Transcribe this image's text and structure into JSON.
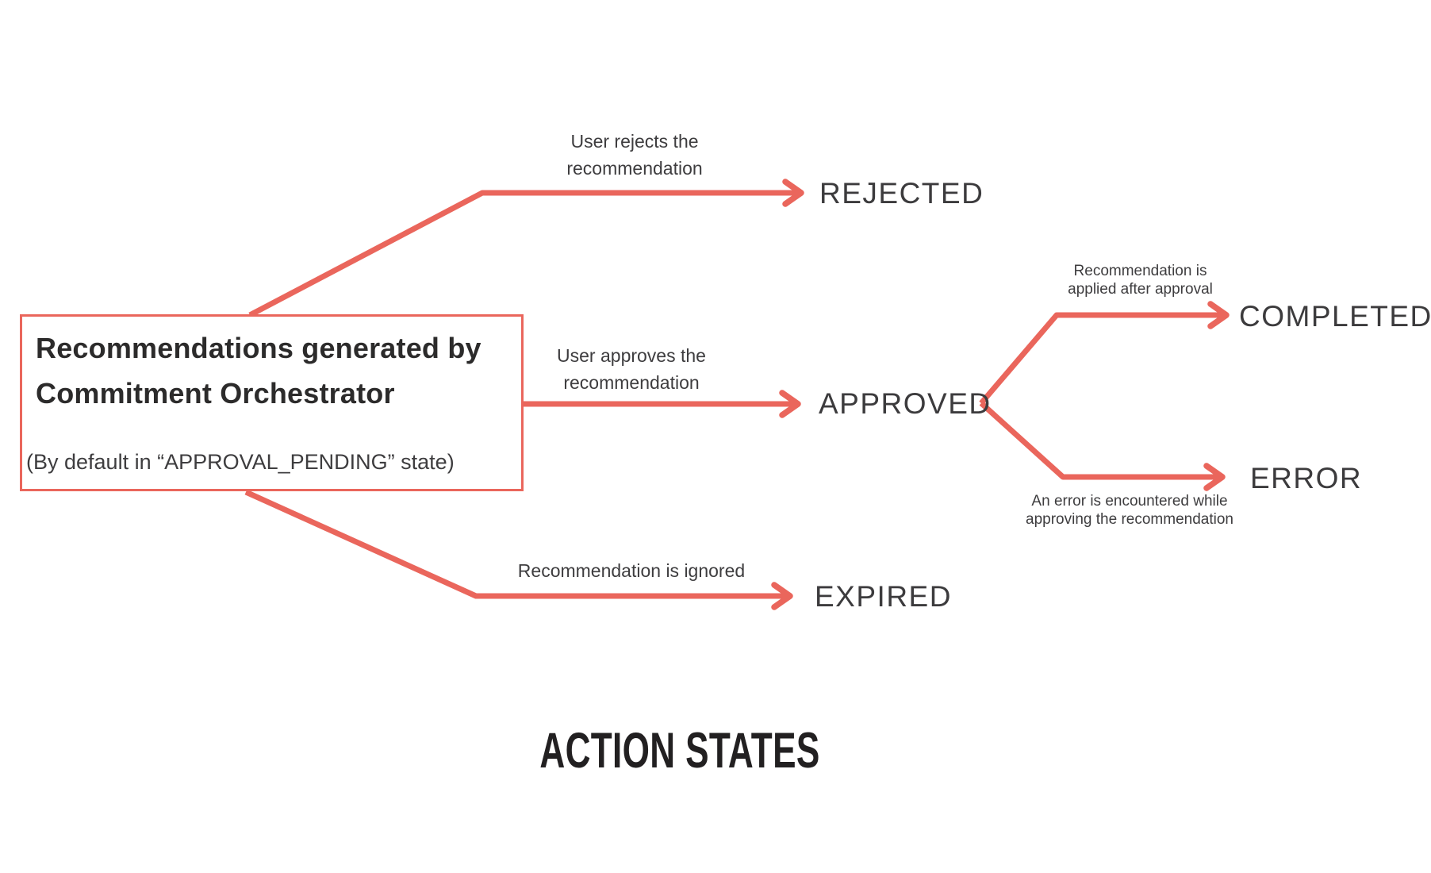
{
  "colors": {
    "accent": "#ea665c",
    "heading_text": "#2c2b2b",
    "body_text": "#3e3d3f"
  },
  "source_box": {
    "title": "Recommendations generated by Commitment Orchestrator",
    "subtitle": "(By default in “APPROVAL_PENDING” state)"
  },
  "transitions": {
    "rejected": {
      "edge_label": "User rejects the recommendation",
      "state": "REJECTED"
    },
    "approved": {
      "edge_label": "User approves the recommendation",
      "state": "APPROVED"
    },
    "expired": {
      "edge_label": "Recommendation is ignored",
      "state": "EXPIRED"
    },
    "completed": {
      "edge_label": "Recommendation is applied after approval",
      "state": "COMPLETED"
    },
    "error": {
      "edge_label": "An error is encountered while approving the recommendation",
      "state": "ERROR"
    }
  },
  "footer": {
    "title": "ACTION STATES"
  }
}
